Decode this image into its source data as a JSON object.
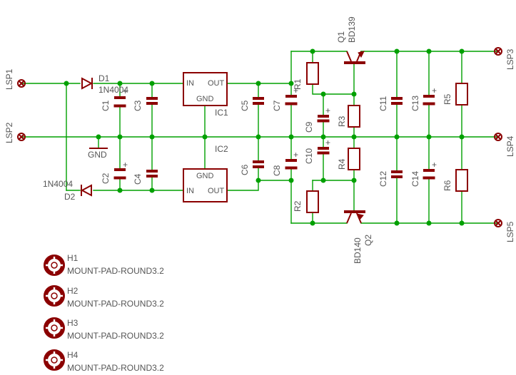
{
  "connectors": [
    {
      "name": "LSP1"
    },
    {
      "name": "LSP2"
    },
    {
      "name": "LSP3"
    },
    {
      "name": "LSP4"
    },
    {
      "name": "LSP5"
    }
  ],
  "diodes": {
    "d1": {
      "name": "D1",
      "value": "1N4004"
    },
    "d2": {
      "name": "D2",
      "value": "1N4004"
    }
  },
  "ground_label": "GND",
  "regulators": {
    "ic1": {
      "name": "IC1",
      "in": "IN",
      "out": "OUT",
      "gnd": "GND"
    },
    "ic2": {
      "name": "IC2",
      "in": "IN",
      "out": "OUT",
      "gnd": "GND"
    }
  },
  "capacitors": {
    "c1": "C1",
    "c2": "C2",
    "c3": "C3",
    "c4": "C4",
    "c5": "C5",
    "c6": "C6",
    "c7": "C7",
    "c8": "C8",
    "c9": "C9",
    "c10": "C10",
    "c11": "C11",
    "c12": "C12",
    "c13": "C13",
    "c14": "C14"
  },
  "resistors": {
    "r1": "R1",
    "r2": "R2",
    "r3": "R3",
    "r4": "R4",
    "r5": "R5",
    "r6": "R6"
  },
  "transistors": {
    "q1": {
      "name": "Q1",
      "value": "BD139"
    },
    "q2": {
      "name": "Q2",
      "value": "BD140"
    }
  },
  "mount_pads": [
    {
      "name": "H1",
      "value": "MOUNT-PAD-ROUND3.2"
    },
    {
      "name": "H2",
      "value": "MOUNT-PAD-ROUND3.2"
    },
    {
      "name": "H3",
      "value": "MOUNT-PAD-ROUND3.2"
    },
    {
      "name": "H4",
      "value": "MOUNT-PAD-ROUND3.2"
    }
  ],
  "colors": {
    "wire": "#00a000",
    "symbol": "#8b0000",
    "text": "#555555"
  }
}
